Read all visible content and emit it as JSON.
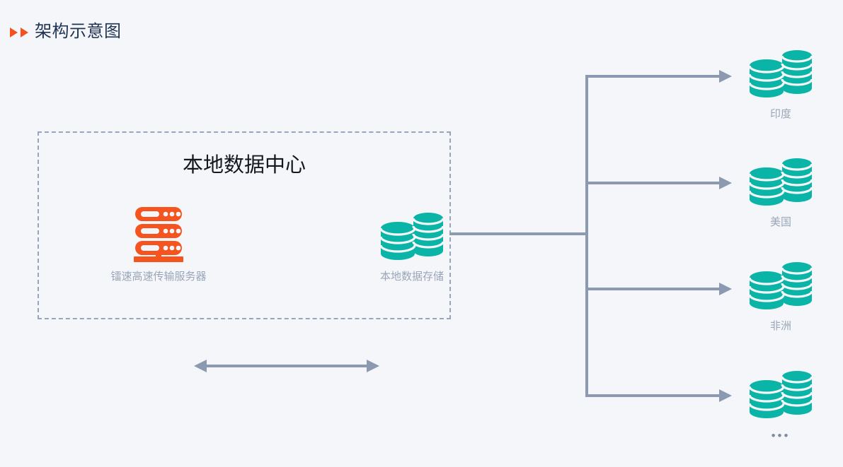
{
  "header": {
    "title": "架构示意图",
    "marker_icon": "triangle-right-icon",
    "marker_count": 2,
    "marker_color": "#f4511e",
    "title_color": "#1f3352"
  },
  "canvas": {
    "background_color": "#f4f6fa"
  },
  "datacenter": {
    "title": "本地数据中心",
    "border_style": "dashed",
    "border_color": "#97a6be",
    "nodes": [
      {
        "id": "transfer-server",
        "label": "镭速高速传输服务器",
        "icon": "server-rack-icon",
        "icon_color": "#f5541f"
      },
      {
        "id": "local-storage",
        "label": "本地数据存储",
        "icon": "database-stack-icon",
        "icon_color": "#0ab5a7"
      }
    ],
    "connector": {
      "type": "bidirectional-arrow",
      "color": "#8b99b1"
    }
  },
  "connector_tree": {
    "line_color": "#8b99b1",
    "branch_count": 4
  },
  "regions": [
    {
      "id": "india",
      "label": "印度",
      "icon": "database-stack-icon",
      "icon_color": "#0ab5a7"
    },
    {
      "id": "usa",
      "label": "美国",
      "icon": "database-stack-icon",
      "icon_color": "#0ab5a7"
    },
    {
      "id": "africa",
      "label": "非洲",
      "icon": "database-stack-icon",
      "icon_color": "#0ab5a7"
    },
    {
      "id": "more",
      "label": "•••",
      "icon": "database-stack-icon",
      "icon_color": "#0ab5a7"
    }
  ]
}
